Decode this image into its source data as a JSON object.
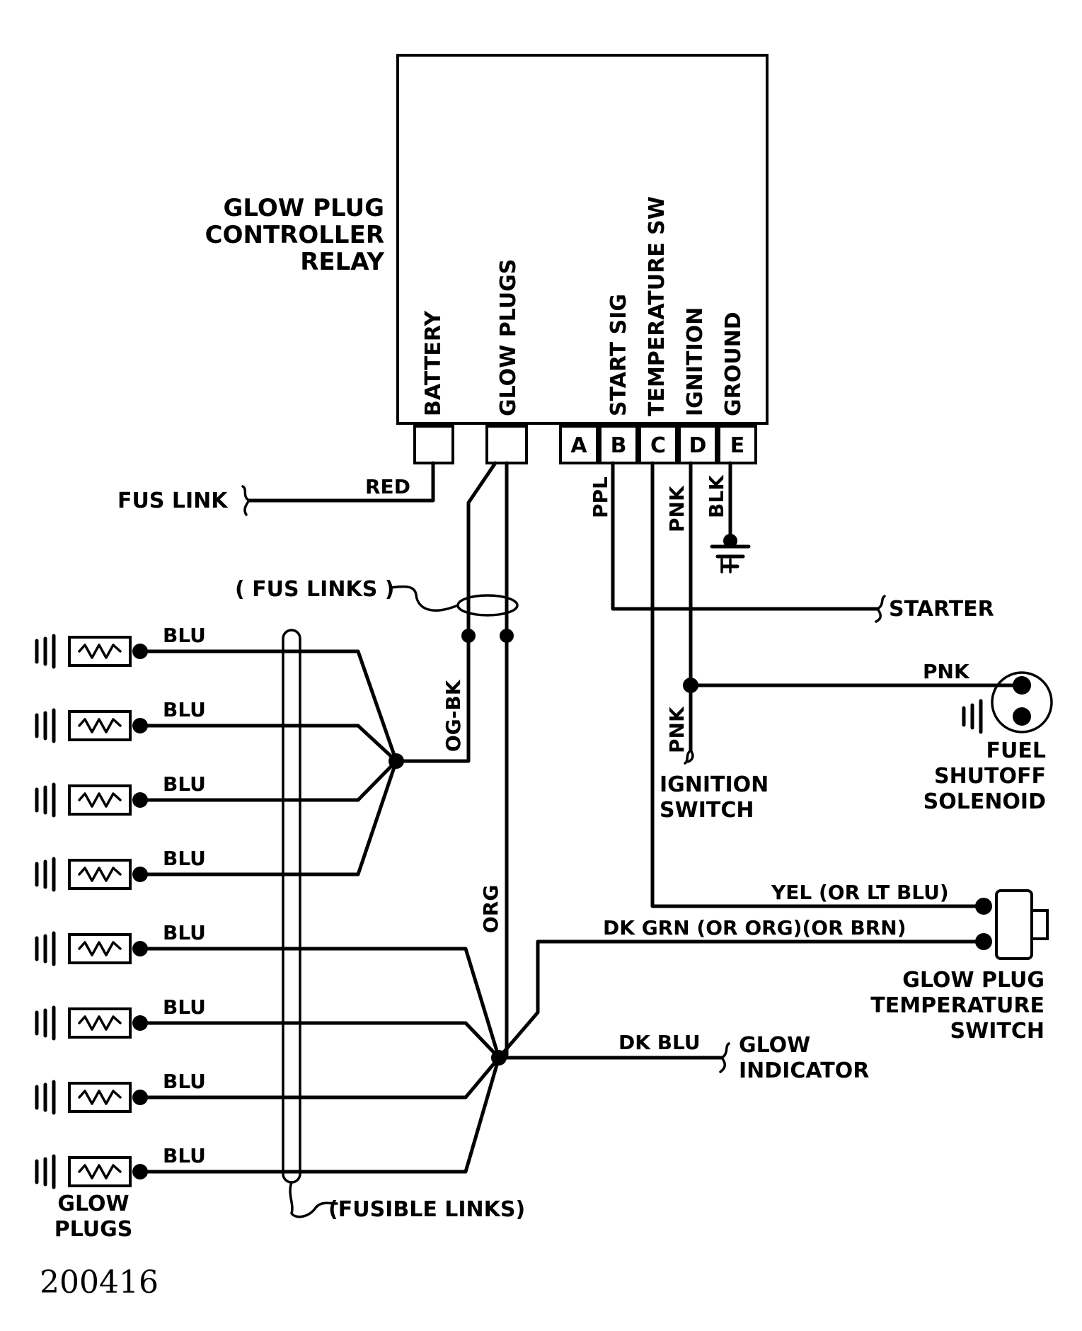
{
  "relay": {
    "title_lines": [
      "GLOW PLUG",
      "CONTROLLER",
      "RELAY"
    ],
    "terminal_labels": [
      "BATTERY",
      "GLOW PLUGS",
      "START SIG",
      "TEMPERATURE SW",
      "IGNITION",
      "GROUND"
    ],
    "pins": [
      "A",
      "B",
      "C",
      "D",
      "E"
    ]
  },
  "wires": {
    "red": "RED",
    "ppl": "PPL",
    "pnk": "PNK",
    "blk": "BLK",
    "og_bk": "OG-BK",
    "org": "ORG",
    "blu": "BLU",
    "yel": "YEL (OR LT BLU)",
    "dk_grn": "DK GRN (OR ORG)(OR BRN)",
    "dk_blu": "DK BLU"
  },
  "labels": {
    "fus_link": "FUS LINK",
    "fus_links": "( FUS LINKS )",
    "starter": "STARTER",
    "ignition_switch": [
      "IGNITION",
      "SWITCH"
    ],
    "fuel_shutoff": [
      "FUEL",
      "SHUTOFF",
      "SOLENOID"
    ],
    "temp_switch": [
      "GLOW PLUG",
      "TEMPERATURE",
      "SWITCH"
    ],
    "glow_indicator": [
      "GLOW",
      "INDICATOR"
    ],
    "glow_plugs": [
      "GLOW",
      "PLUGS"
    ],
    "fusible_links": "(FUSIBLE LINKS)",
    "figure_number": "200416"
  }
}
